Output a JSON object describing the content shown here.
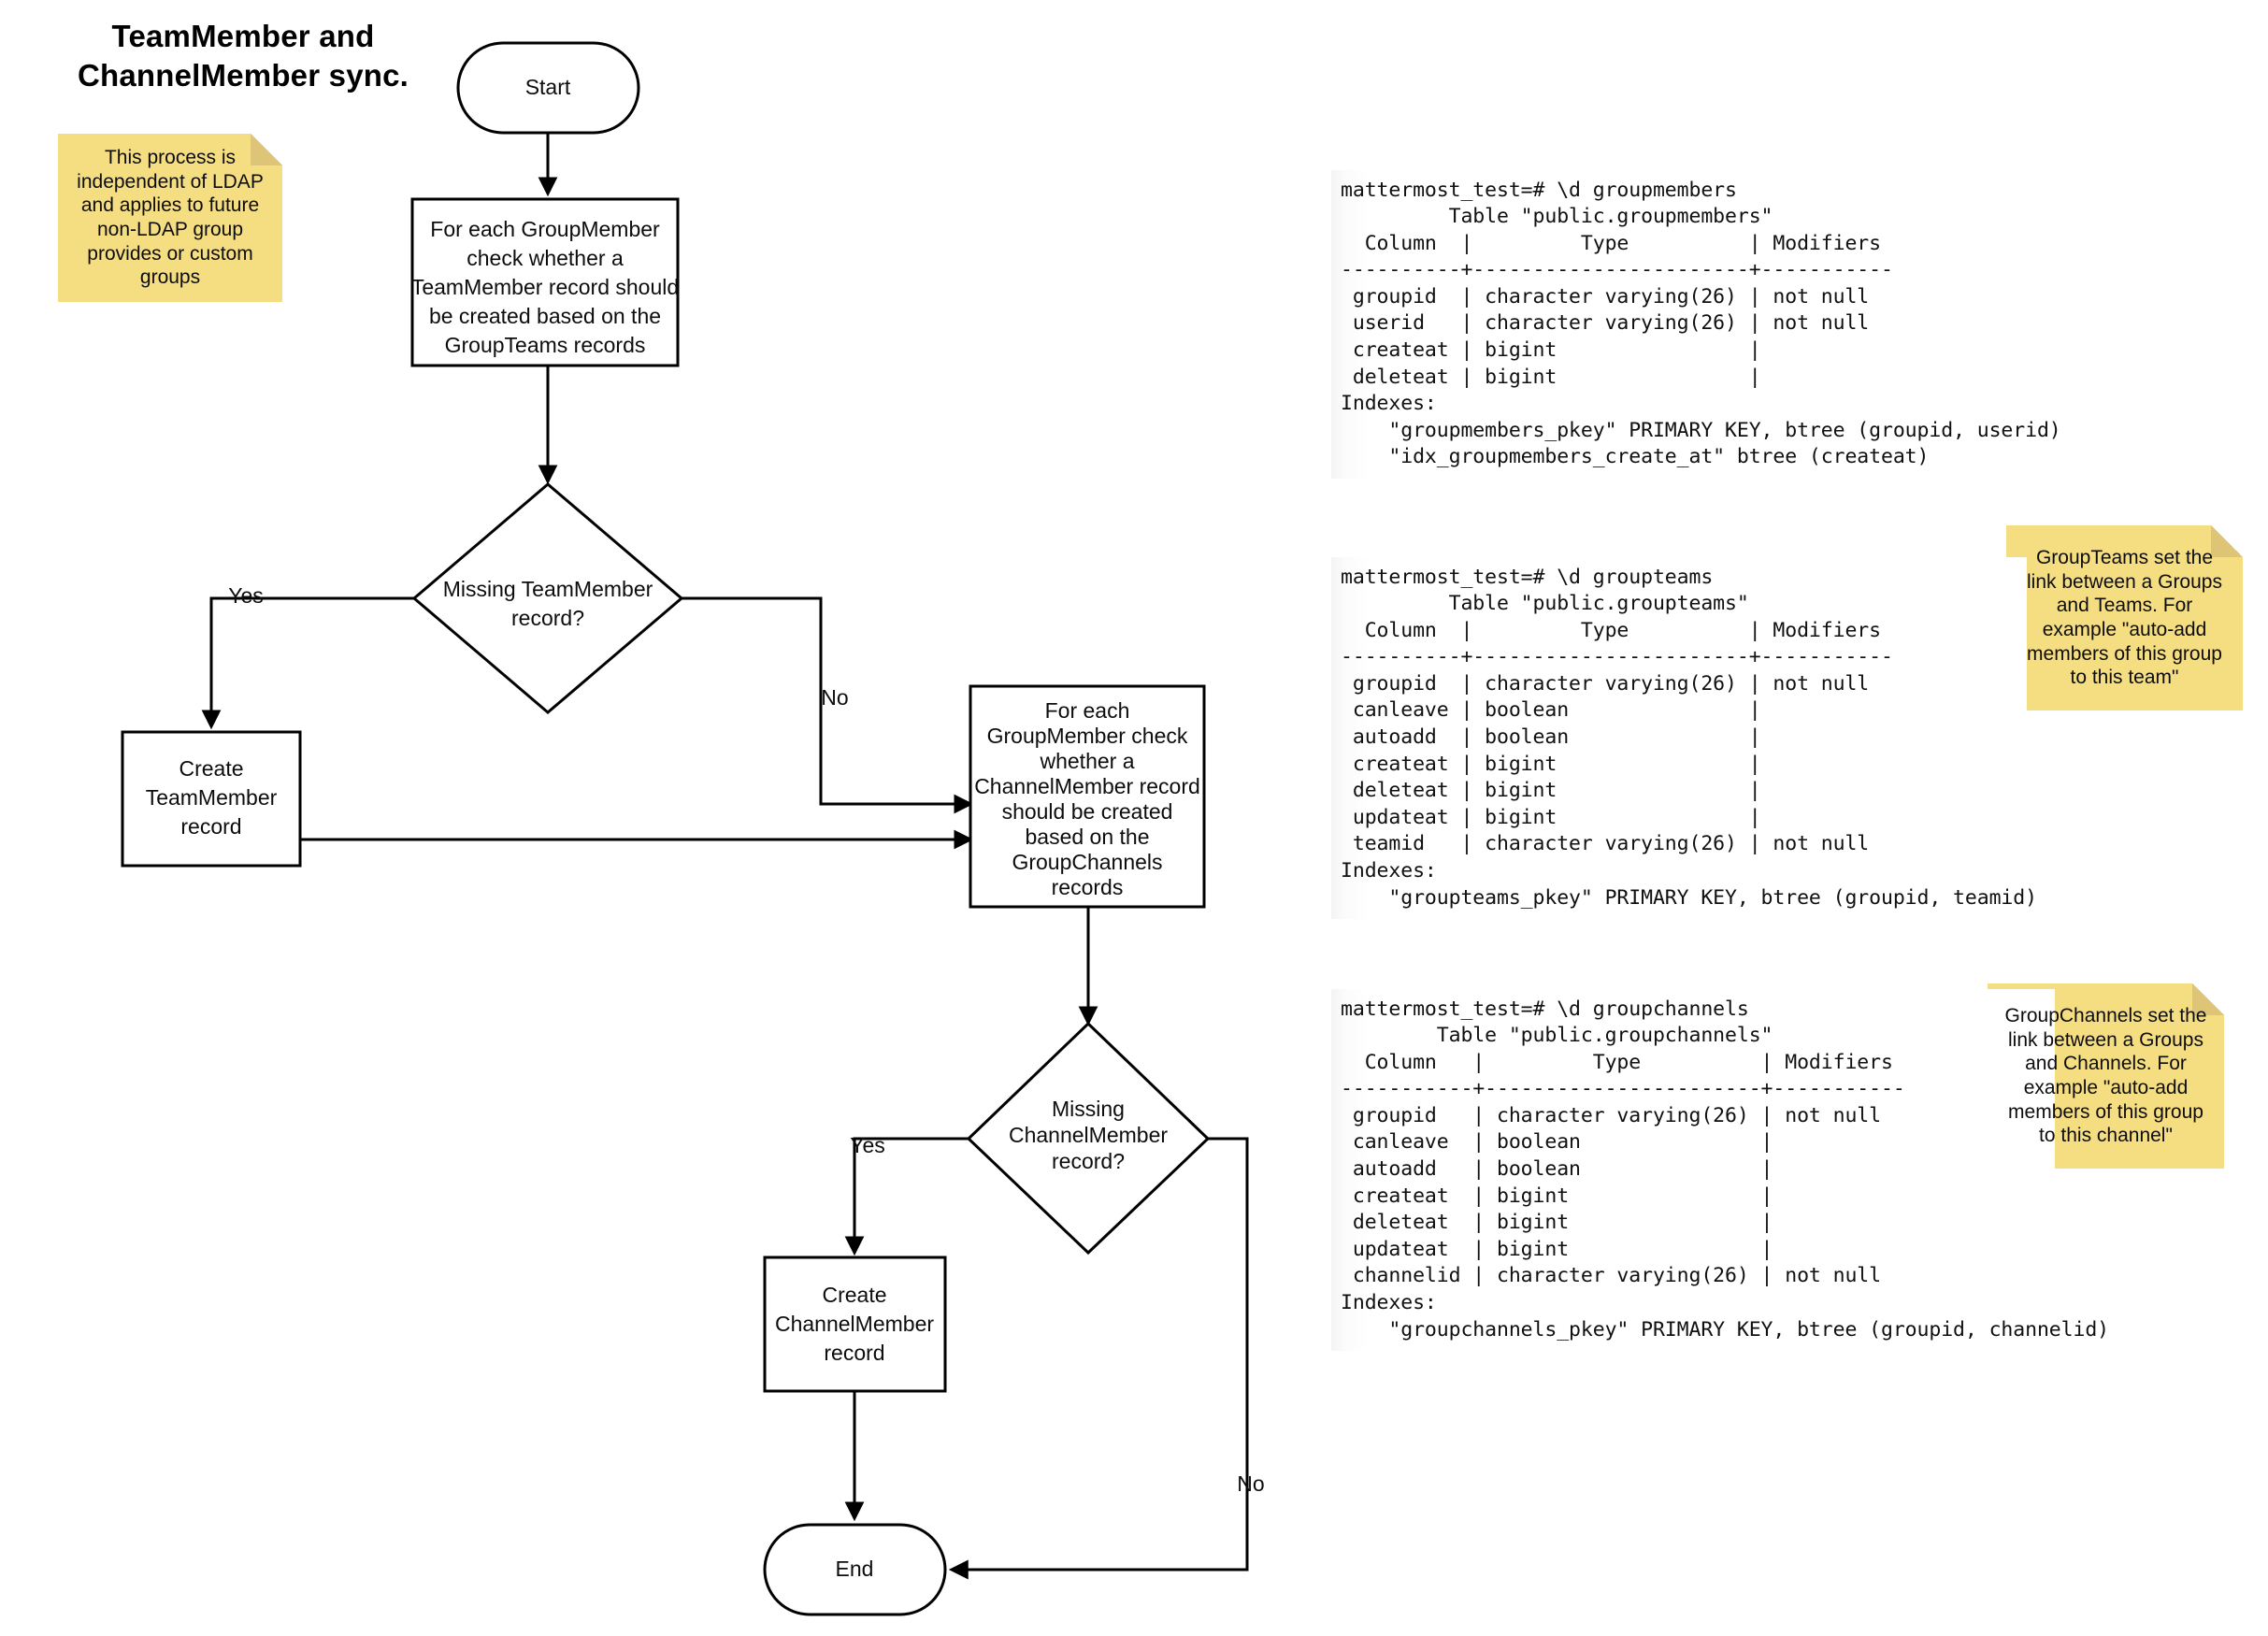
{
  "diagram": {
    "title": "TeamMember and\nChannelMember sync.",
    "nodes": {
      "start": "Start",
      "check_teammember": "For each GroupMember check whether a TeamMember record should be created based on the GroupTeams records",
      "decision_teammember": "Missing TeamMember record?",
      "create_teammember": "Create TeamMember record",
      "check_channelmember": "For each GroupMember check whether a ChannelMember record should be created based on the GroupChannels records",
      "decision_channelmember": "Missing ChannelMember record?",
      "create_channelmember": "Create ChannelMember record",
      "end": "End"
    },
    "node_lines": {
      "check_teammember": [
        "For each GroupMember",
        "check whether a",
        "TeamMember record should",
        "be created based on the",
        "GroupTeams records"
      ],
      "decision_teammember": [
        "Missing TeamMember",
        "record?"
      ],
      "create_teammember": [
        "Create",
        "TeamMember",
        "record"
      ],
      "check_channelmember": [
        "For each",
        "GroupMember check",
        "whether a",
        "ChannelMember record",
        "should be created",
        "based on the",
        "GroupChannels",
        "records"
      ],
      "decision_channelmember": [
        "Missing",
        "ChannelMember",
        "record?"
      ],
      "create_channelmember": [
        "Create",
        "ChannelMember",
        "record"
      ]
    },
    "edge_labels": {
      "teammember_yes": "Yes",
      "teammember_no": "No",
      "channelmember_yes": "Yes",
      "channelmember_no": "No"
    }
  },
  "notes": {
    "ldap": "This process is\nindependent of LDAP\nand applies to future\nnon-LDAP group\nprovides or custom\ngroups",
    "groupteams": "GroupTeams set the\nlink between a Groups\nand Teams. For\nexample \"auto-add\nmembers of this group\nto this team\"",
    "groupchannels": "GroupChannels set the\nlink between a Groups\nand Channels. For\nexample \"auto-add\nmembers of this group\nto this channel\""
  },
  "terminals": {
    "groupmembers": "mattermost_test=# \\d groupmembers\n         Table \"public.groupmembers\"\n  Column  |         Type          | Modifiers\n----------+-----------------------+-----------\n groupid  | character varying(26) | not null\n userid   | character varying(26) | not null\n createat | bigint                |\n deleteat | bigint                |\nIndexes:\n    \"groupmembers_pkey\" PRIMARY KEY, btree (groupid, userid)\n    \"idx_groupmembers_create_at\" btree (createat)",
    "groupteams": "mattermost_test=# \\d groupteams\n         Table \"public.groupteams\"\n  Column  |         Type          | Modifiers\n----------+-----------------------+-----------\n groupid  | character varying(26) | not null\n canleave | boolean               |\n autoadd  | boolean               |\n createat | bigint                |\n deleteat | bigint                |\n updateat | bigint                |\n teamid   | character varying(26) | not null\nIndexes:\n    \"groupteams_pkey\" PRIMARY KEY, btree (groupid, teamid)",
    "groupchannels": "mattermost_test=# \\d groupchannels\n        Table \"public.groupchannels\"\n  Column   |         Type          | Modifiers\n-----------+-----------------------+-----------\n groupid   | character varying(26) | not null\n canleave  | boolean               |\n autoadd   | boolean               |\n createat  | bigint                |\n deleteat  | bigint                |\n updateat  | bigint                |\n channelid | character varying(26) | not null\nIndexes:\n    \"groupchannels_pkey\" PRIMARY KEY, btree (groupid, channelid)"
  },
  "colors": {
    "sticky_bg": "#f5dd82",
    "sticky_fold": "#ddc477",
    "stroke": "#000000"
  }
}
